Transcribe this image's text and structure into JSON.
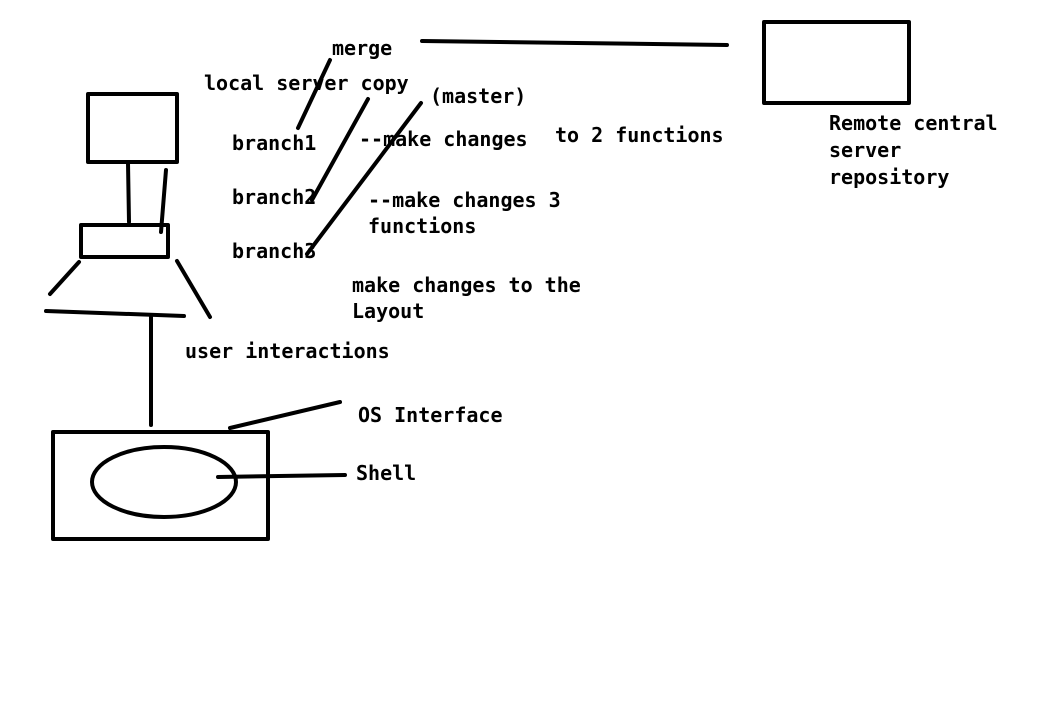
{
  "labels": {
    "merge": "merge",
    "local_server_copy": "local server copy",
    "master": "(master)",
    "branch1": "branch1",
    "branch2": "branch2",
    "branch3": "branch3",
    "changes_2_part1": "--make changes",
    "changes_2_part2": "to 2 functions",
    "changes_3_line1": "--make changes 3",
    "changes_3_line2": "functions",
    "layout_line1": "make changes to the",
    "layout_line2": "Layout",
    "remote_line1": "Remote central",
    "remote_line2": "server",
    "remote_line3": "repository",
    "user_interactions": "user interactions",
    "os_interface": "OS Interface",
    "shell": "Shell"
  },
  "colors": {
    "ink": "#000000",
    "background": "#ffffff"
  }
}
